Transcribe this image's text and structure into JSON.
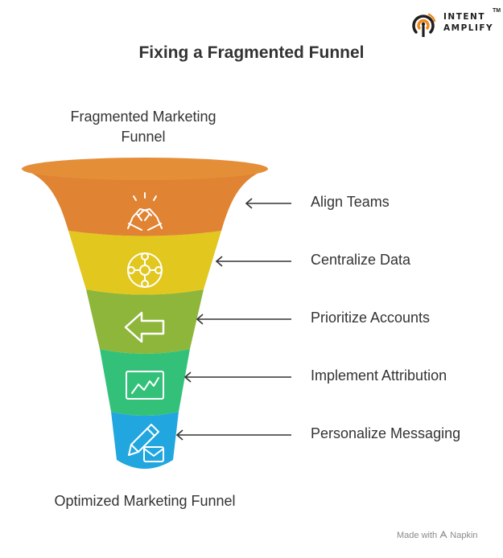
{
  "logo": {
    "line1": "INTENT",
    "line2": "AMPLIFY",
    "tm": "TM"
  },
  "title": "Fixing a Fragmented Funnel",
  "top_label": "Fragmented Marketing Funnel",
  "bottom_label": "Optimized Marketing Funnel",
  "stages": [
    {
      "label": "Align Teams",
      "icon": "handshake-icon",
      "color": "#E08332"
    },
    {
      "label": "Centralize Data",
      "icon": "hub-network-icon",
      "color": "#E2C71E"
    },
    {
      "label": "Prioritize Accounts",
      "icon": "arrow-left-icon",
      "color": "#8DB63A"
    },
    {
      "label": "Implement Attribution",
      "icon": "line-chart-icon",
      "color": "#33C17A"
    },
    {
      "label": "Personalize Messaging",
      "icon": "pen-envelope-icon",
      "color": "#22A6DF"
    }
  ],
  "footer": {
    "made_with": "Made with",
    "brand": "Napkin"
  }
}
